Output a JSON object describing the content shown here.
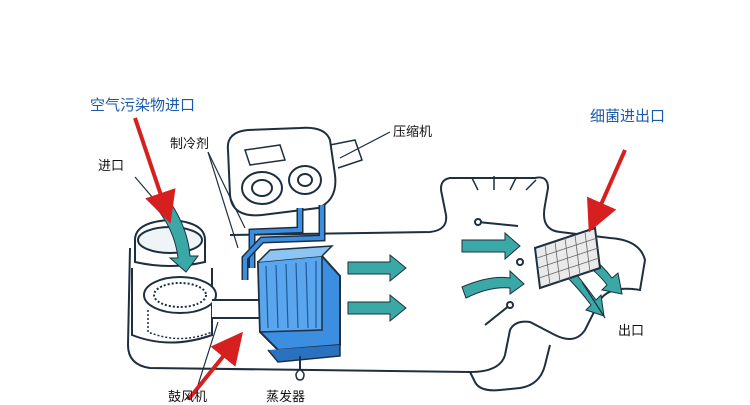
{
  "labels": {
    "pollutant_inlet": "空气污染物进口",
    "inlet": "进口",
    "refrigerant": "制冷剂",
    "compressor": "压缩机",
    "bacteria_inlet": "细菌进出口",
    "outlet": "出口",
    "blower": "鼓风机",
    "evaporator": "蒸发器"
  },
  "colors": {
    "highlight_label": "#1a5aa8",
    "arrow_red": "#d62020",
    "flow_teal": "#3aa8a6",
    "evaporator_blue": "#3b8ee0",
    "line": "#1e2f3f"
  }
}
